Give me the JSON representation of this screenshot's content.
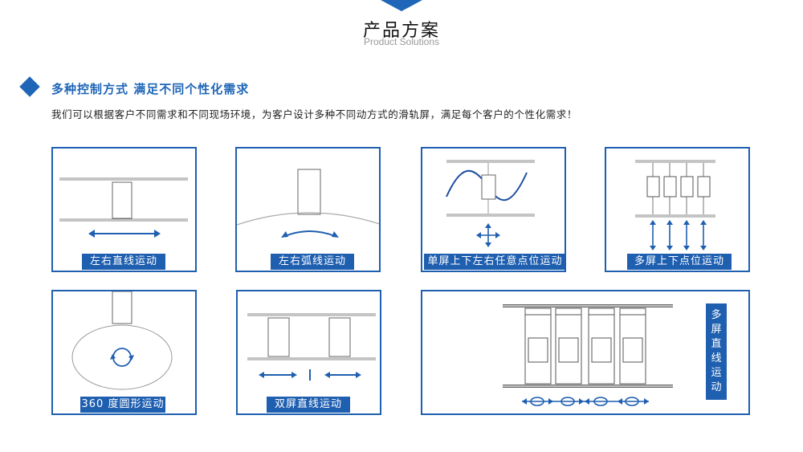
{
  "header": {
    "title": "产品方案",
    "subtitle": "Product Solutions"
  },
  "section": {
    "title": "多种控制方式  满足不同个性化需求",
    "description": "我们可以根据客户不同需求和不同现场环境，为客户设计多种不同动方式的滑轨屏，满足每个客户的个性化需求！"
  },
  "cards": [
    {
      "caption": "左右直线运动"
    },
    {
      "caption": "左右弧线运动"
    },
    {
      "caption": "单屏上下左右任意点位运动"
    },
    {
      "caption": "多屏上下点位运动"
    },
    {
      "caption": "360 度圆形运动"
    },
    {
      "caption": "双屏直线运动"
    },
    {
      "caption": "多屏直线运动",
      "caption_chars": [
        "多",
        "屏",
        "直",
        "线",
        "运",
        "动"
      ]
    }
  ],
  "colors": {
    "accent": "#1f5fb0",
    "notch": "#1f66b8"
  }
}
